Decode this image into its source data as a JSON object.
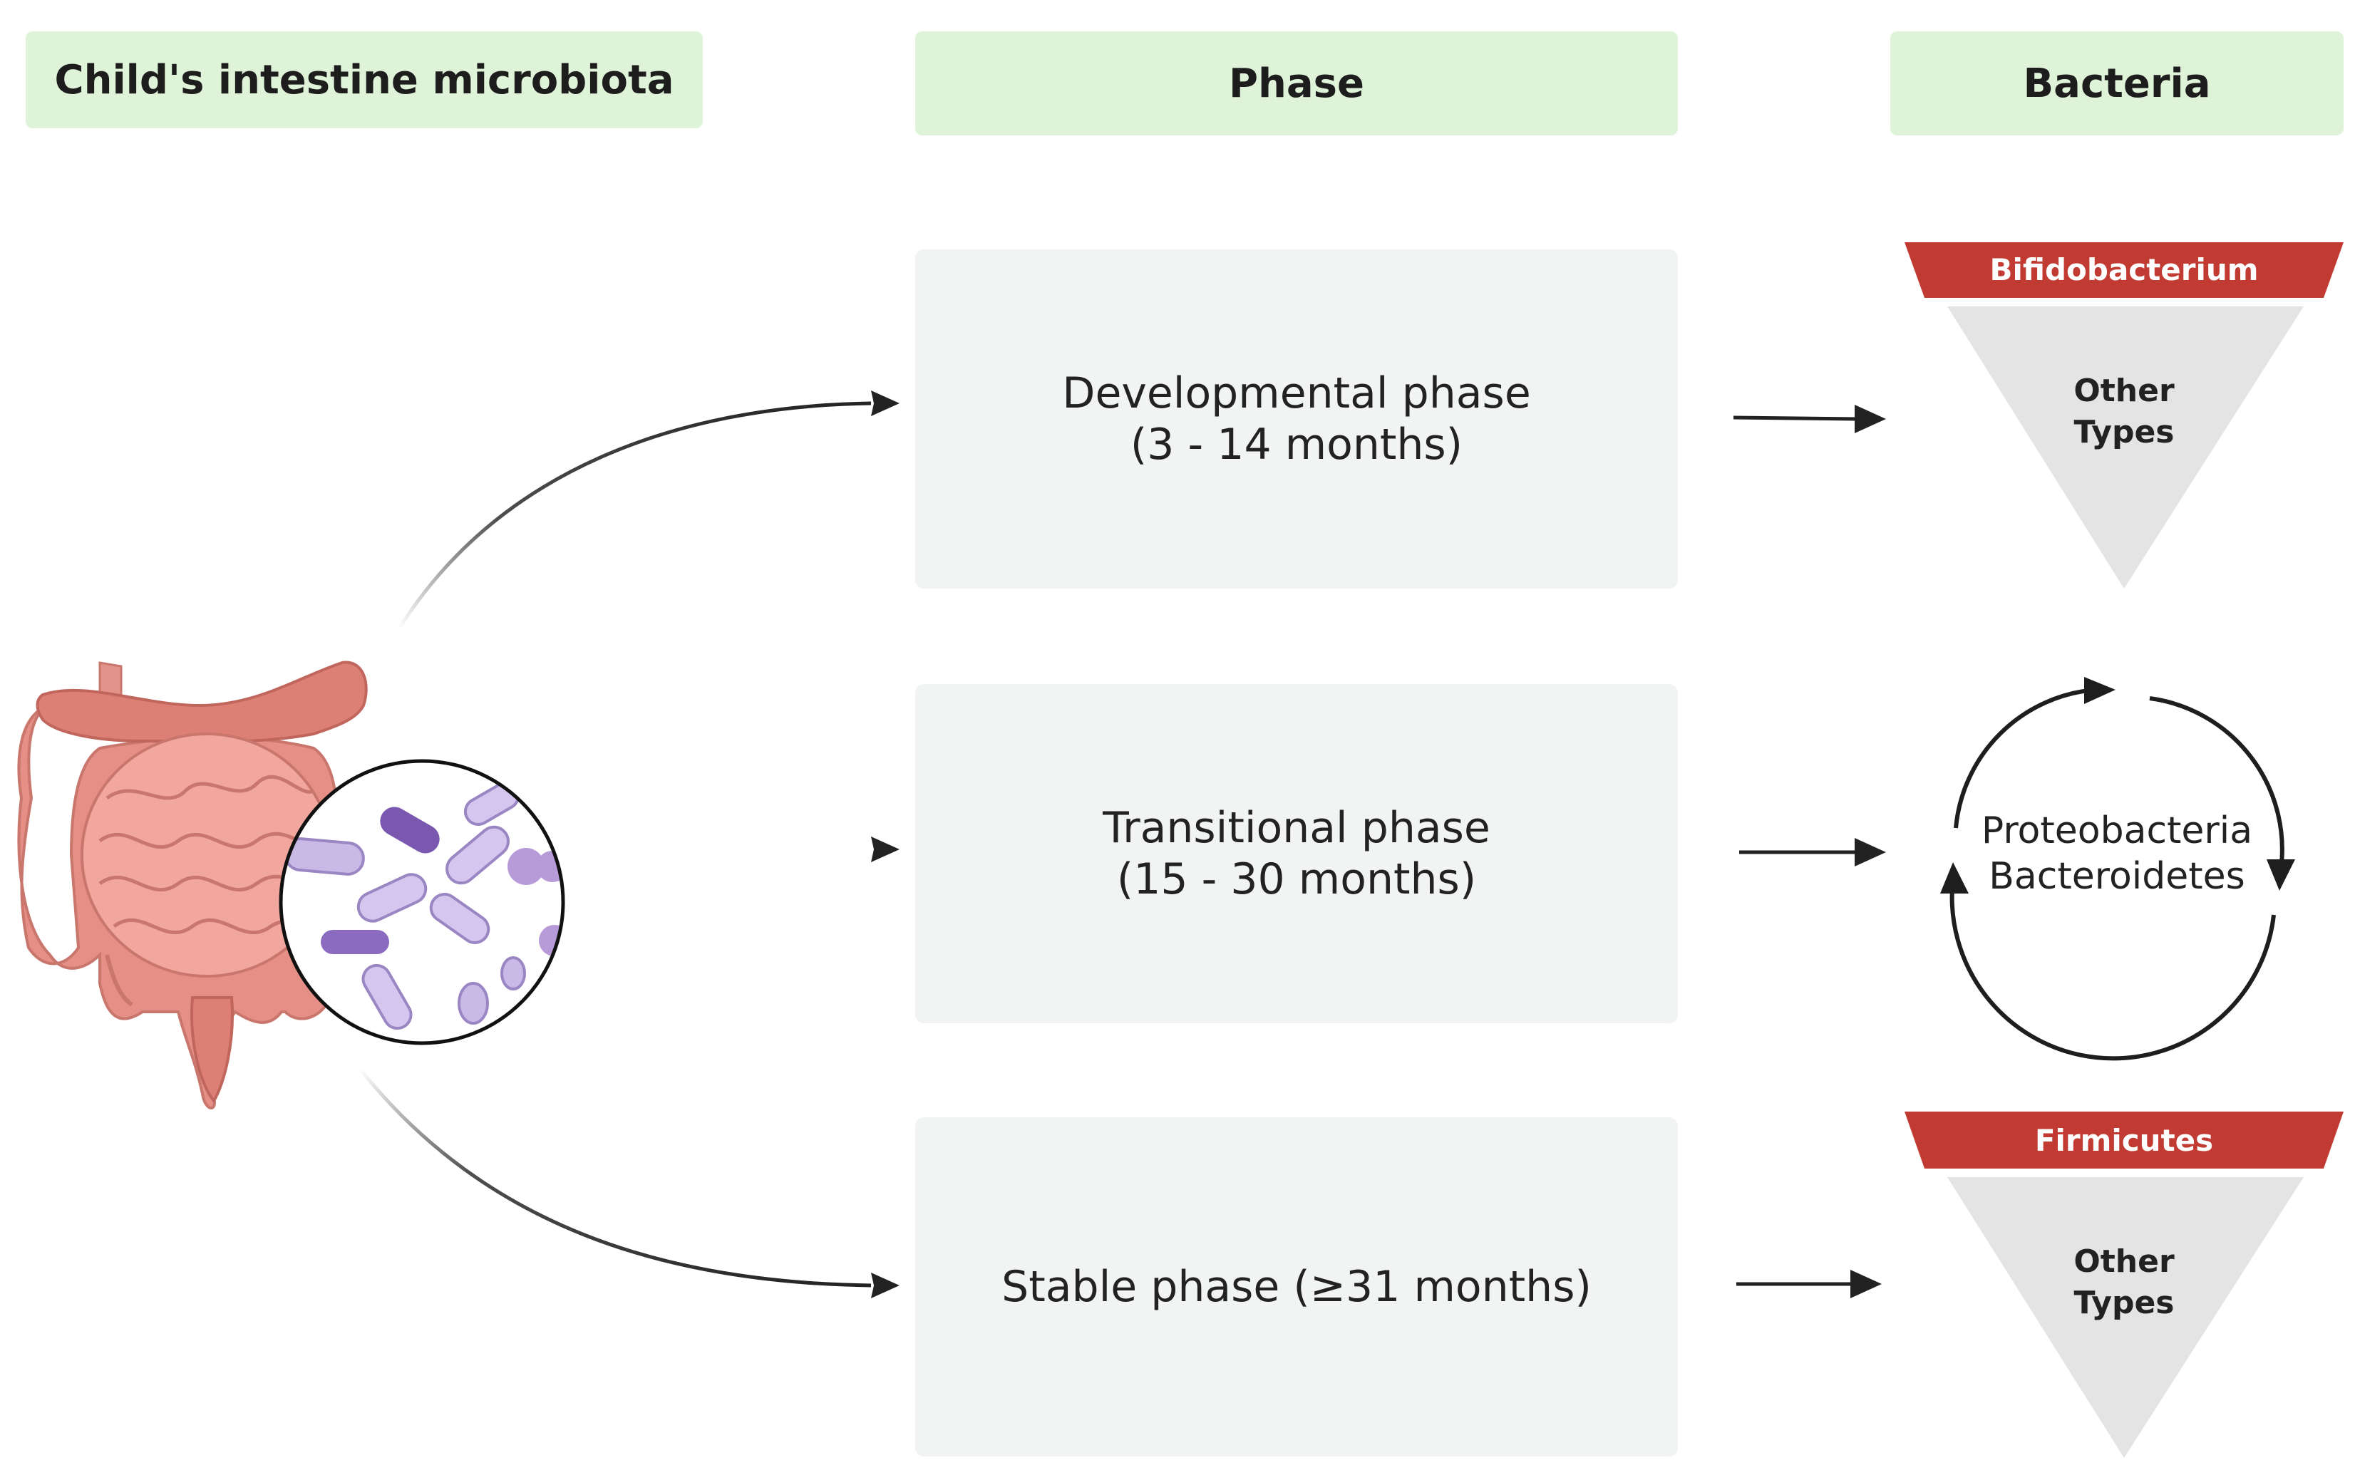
{
  "headers": {
    "intestine": "Child's intestine microbiota",
    "phase": "Phase",
    "bacteria": "Bacteria"
  },
  "phases": [
    {
      "line1": "Developmental phase",
      "line2": "(3 - 14 months)"
    },
    {
      "line1": "Transitional phase",
      "line2": "(15 - 30 months)"
    },
    {
      "line1": "Stable phase (≥31 months)",
      "line2": ""
    }
  ],
  "bacteria": {
    "developmental": {
      "dominant": "Bifidobacterium",
      "other_line1": "Other",
      "other_line2": "Types"
    },
    "transitional": {
      "line1": "Proteobacteria",
      "line2": "Bacteroidetes"
    },
    "stable": {
      "dominant": "Firmicutes",
      "other_line1": "Other",
      "other_line2": "Types"
    }
  },
  "colors": {
    "header_bg": "#dff3d8",
    "phase_bg": "#f1f4f3",
    "dominant_band": "#c23b33",
    "triangle_fill": "#e4e4e4",
    "arrow": "#222222",
    "intestine": "#e58f86",
    "lens_fill": "#ffffff",
    "bacteria_purple": "#b9a6d8"
  }
}
